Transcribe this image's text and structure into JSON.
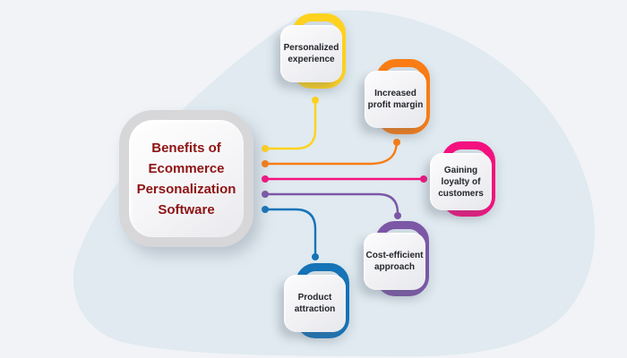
{
  "title": "Benefits of Ecommerce Personalization Software",
  "benefits": [
    {
      "label": "Personalized experience",
      "color": "#FFD21E"
    },
    {
      "label": "Increased profit margin",
      "color": "#F97C14"
    },
    {
      "label": "Gaining loyalty of customers",
      "color": "#F4107F"
    },
    {
      "label": "Cost-efficient approach",
      "color": "#7C57A6"
    },
    {
      "label": "Product attraction",
      "color": "#1573B7"
    }
  ],
  "colors": {
    "background": "#F1F3F7",
    "blob": "#E0EAF0",
    "main_box_border": "#D7D7D9",
    "title": "#8E1414",
    "label": "#23262B"
  }
}
